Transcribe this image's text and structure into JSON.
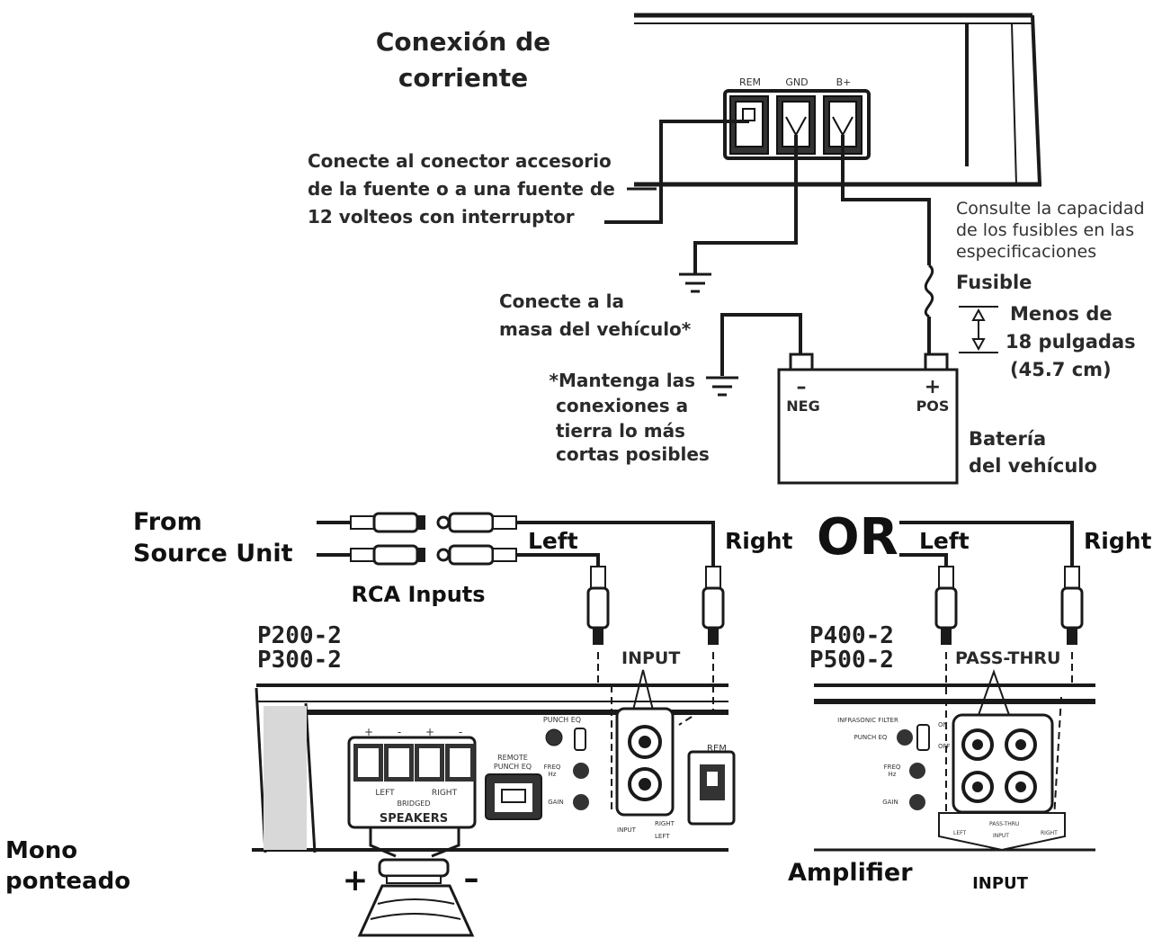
{
  "power": {
    "title_line1": "Conexión de",
    "title_line2": "corriente",
    "terminals": [
      "REM",
      "GND",
      "B+"
    ],
    "remote_note": [
      "Conecte al conector accesorio",
      "de la fuente o a una fuente de",
      "12 volteos con interruptor"
    ],
    "fuse_note": [
      "Consulte la capacidad",
      "de los fusibles en las",
      "especificaciones"
    ],
    "fuse_label": "Fusible",
    "distance_note": [
      "Menos de",
      "18 pulgadas",
      "(45.7 cm)"
    ],
    "ground_note": [
      "Conecte a la",
      "masa del vehículo*"
    ],
    "ground_tip": [
      "*Mantenga las",
      "conexiones a",
      "tierra lo más",
      "cortas posibles"
    ],
    "battery_neg_sign": "–",
    "battery_pos_sign": "+",
    "battery_neg": "NEG",
    "battery_pos": "POS",
    "battery_label": [
      "Batería",
      "del vehículo"
    ]
  },
  "signal": {
    "source_label": [
      "From",
      "Source Unit"
    ],
    "rca_label": "RCA Inputs",
    "left_a": "Left",
    "right_a": "Right",
    "or_label": "OR",
    "left_b": "Left",
    "right_b": "Right"
  },
  "amp_small": {
    "models": [
      "P200-2",
      "P300-2"
    ],
    "input_label": "INPUT",
    "speaker_signs": [
      "+",
      "-",
      "+",
      "-"
    ],
    "speaker_left": "LEFT",
    "speaker_bridged": "BRIDGED",
    "speaker_right": "RIGHT",
    "speakers_label": "SPEAKERS",
    "remote_label": [
      "REMOTE",
      "PUNCH EQ"
    ],
    "punch_eq": "PUNCH EQ",
    "freq_label": [
      "FREQ",
      "Hz"
    ],
    "gain_label": "GAIN",
    "input_panel": "INPUT",
    "input_right": "RIGHT",
    "input_left": "LEFT",
    "rem_cut": "REM"
  },
  "amp_large": {
    "models": [
      "P400-2",
      "P500-2"
    ],
    "passthru_label": "PASS-THRU",
    "infrasonic": "INFRASONIC FILTER",
    "on": "ON",
    "off": "OFF",
    "punch_eq": "PUNCH EQ",
    "freq_label": [
      "FREQ",
      "Hz"
    ],
    "gain_label": "GAIN",
    "io_left": "LEFT",
    "io_passthru": "PASS-THRU",
    "io_input": "INPUT",
    "io_right": "RIGHT",
    "amplifier_label": "Amplifier",
    "input_bottom": "INPUT"
  },
  "mono": {
    "label": [
      "Mono",
      "ponteado"
    ],
    "plus": "+",
    "minus": "–"
  }
}
